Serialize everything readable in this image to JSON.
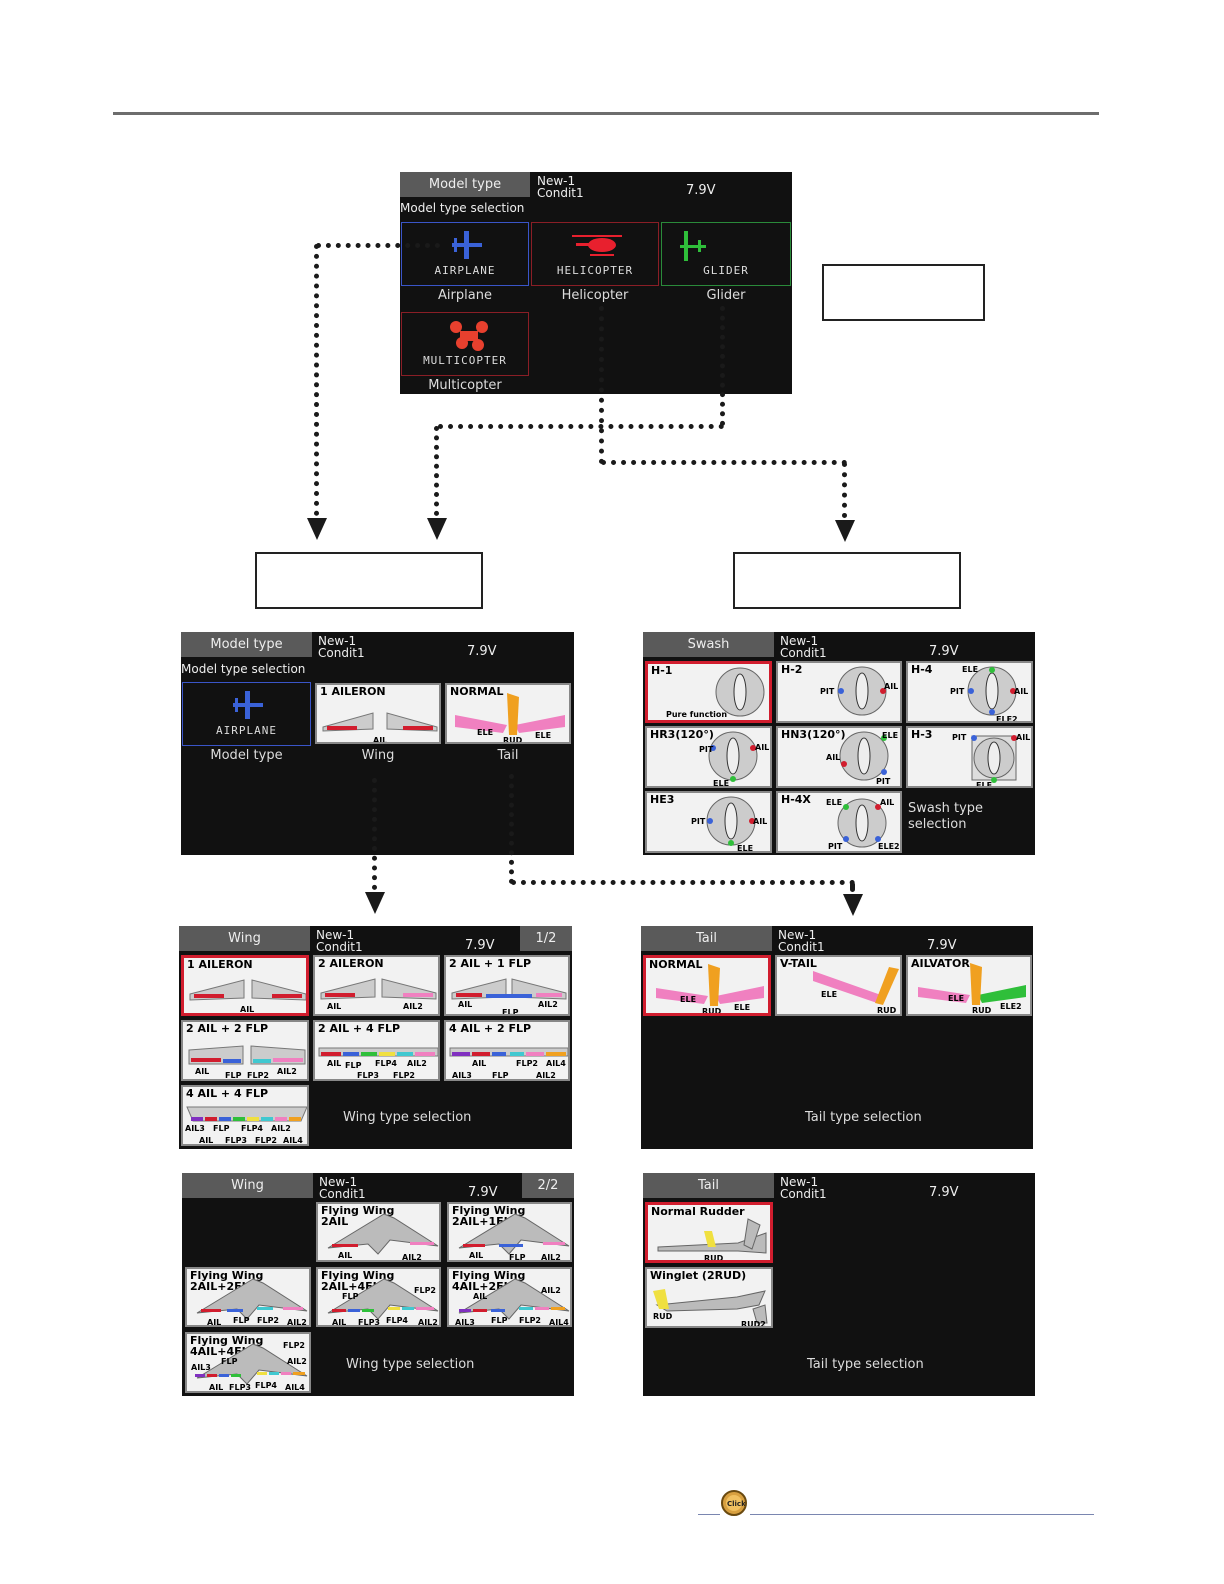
{
  "common": {
    "model": "New-1",
    "condition": "Condit1",
    "voltage": "7.9V"
  },
  "main_screen": {
    "tab": "Model type",
    "subtitle": "Model type selection",
    "buttons": [
      {
        "label": "AIRPLANE",
        "caption": "Airplane",
        "color": "#3a62d8"
      },
      {
        "label": "HELICOPTER",
        "caption": "Helicopter",
        "color": "#e8202e"
      },
      {
        "label": "GLIDER",
        "caption": "Glider",
        "color": "#2fbf3a"
      },
      {
        "label": "MULTICOPTER",
        "caption": "Multicopter",
        "color": "#e8402e"
      }
    ]
  },
  "airplane_screen": {
    "tab": "Model type",
    "subtitle": "Model type selection",
    "model_button": "AIRPLANE",
    "model_caption": "Model type",
    "wing_tile": "1 AILERON",
    "wing_caption": "Wing",
    "tail_tile": "NORMAL",
    "tail_caption": "Tail"
  },
  "swash_screen": {
    "tab": "Swash",
    "tiles": [
      "H-1",
      "H-2",
      "H-4",
      "HR3(120°)",
      "HN3(120°)",
      "H-3",
      "HE3",
      "H-4X"
    ],
    "pure_function": "Pure function",
    "note": "Swash type selection"
  },
  "wing_screen_1": {
    "tab": "Wing",
    "page": "1/2",
    "tiles": [
      "1 AILERON",
      "2 AILERON",
      "2 AIL + 1 FLP",
      "2 AIL + 2 FLP",
      "2 AIL + 4 FLP",
      "4 AIL + 2 FLP",
      "4 AIL + 4 FLP"
    ],
    "note": "Wing type selection"
  },
  "tail_screen_1": {
    "tab": "Tail",
    "tiles": [
      "NORMAL",
      "V-TAIL",
      "AILVATOR"
    ],
    "note": "Tail type selection"
  },
  "wing_screen_2": {
    "tab": "Wing",
    "page": "2/2",
    "tiles": [
      "Flying Wing\n2AIL",
      "Flying Wing\n2AIL+1FLP",
      "Flying Wing\n2AIL+2FLP",
      "Flying Wing\n2AIL+4FLP",
      "Flying Wing\n4AIL+2FLP",
      "Flying Wing\n4AIL+4FLP"
    ],
    "note": "Wing type selection"
  },
  "tail_screen_2": {
    "tab": "Tail",
    "tiles": [
      "Normal Rudder",
      "Winglet (2RUD)"
    ],
    "note": "Tail type selection"
  },
  "footer": {
    "click_icon": "click-icon"
  }
}
